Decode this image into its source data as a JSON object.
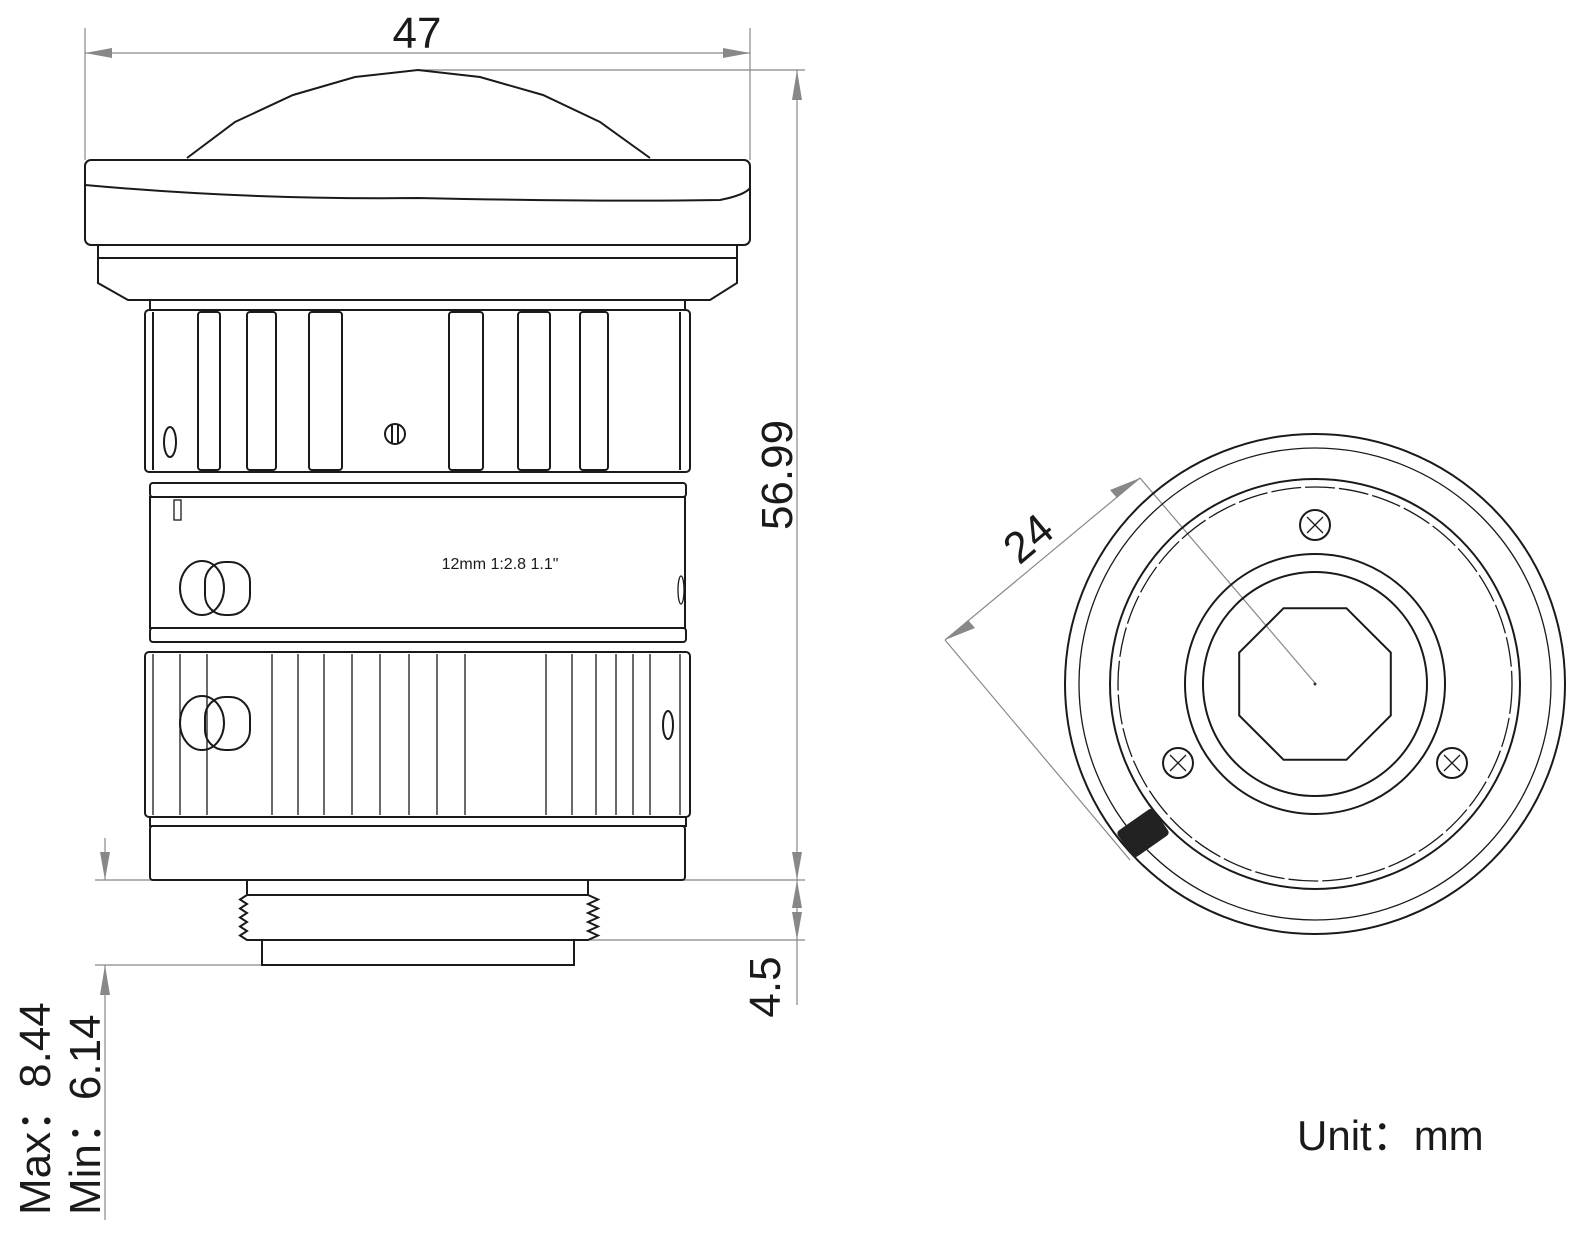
{
  "dimensions": {
    "width": "47",
    "height": "56.99",
    "mount": "4.5",
    "diameter": "24",
    "max_label": "Max：8.44",
    "min_label": "Min：6.14"
  },
  "lens_marking": "12mm 1:2.8 1.1\"",
  "unit": "Unit：mm"
}
